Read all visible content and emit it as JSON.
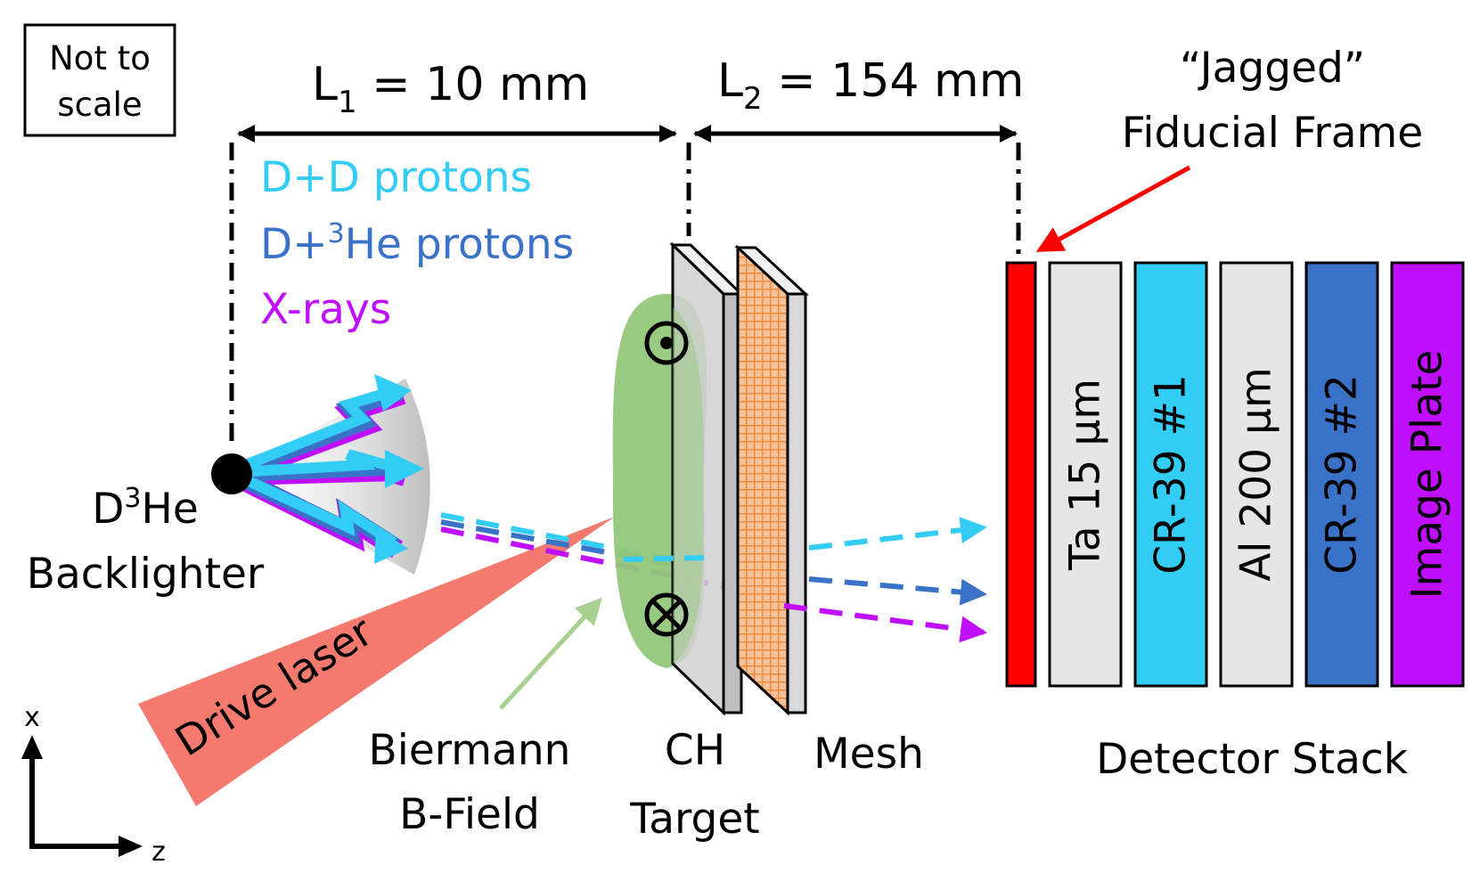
{
  "note": {
    "line1": "Not to",
    "line2": "scale"
  },
  "dimensions": {
    "l1": {
      "var": "L",
      "sub": "1",
      "rest": " = 10 mm"
    },
    "l2": {
      "var": "L",
      "sub": "2",
      "rest": " = 154 mm"
    }
  },
  "legend": {
    "dd": "D+D protons",
    "d3he_pre": "D+",
    "d3he_sup": "3",
    "d3he_post": "He protons",
    "xrays": "X-rays"
  },
  "backlighter": {
    "pre": "D",
    "sup": "3",
    "post": "He",
    "line2": "Backlighter"
  },
  "drive_laser": "Drive laser",
  "biermann": {
    "line1": "Biermann",
    "line2": "B-Field"
  },
  "target": {
    "line1": "CH",
    "line2": "Target"
  },
  "mesh": "Mesh",
  "fiducial": {
    "line1": "“Jagged”",
    "line2": "Fiducial Frame"
  },
  "detector_stack": {
    "caption": "Detector Stack",
    "layers": [
      {
        "label": "Ta 15 µm",
        "color": "#e6e6e6"
      },
      {
        "label": "CR-39 #1",
        "color": "#33ccf5"
      },
      {
        "label": "Al 200 µm",
        "color": "#e6e6e6"
      },
      {
        "label": "CR-39 #2",
        "color": "#3a72c8"
      },
      {
        "label": "Image Plate",
        "color": "#c00fff"
      }
    ],
    "frame_color": "#ff0000"
  },
  "axes": {
    "x": "x",
    "z": "z"
  },
  "colors": {
    "dd": "#33ccf5",
    "d3he": "#3a72c8",
    "xray": "#c00fff",
    "laser": "#f4796e",
    "bfield": "#92c87a",
    "arrow_red": "#ff0000",
    "arrow_green": "#a8d191"
  }
}
